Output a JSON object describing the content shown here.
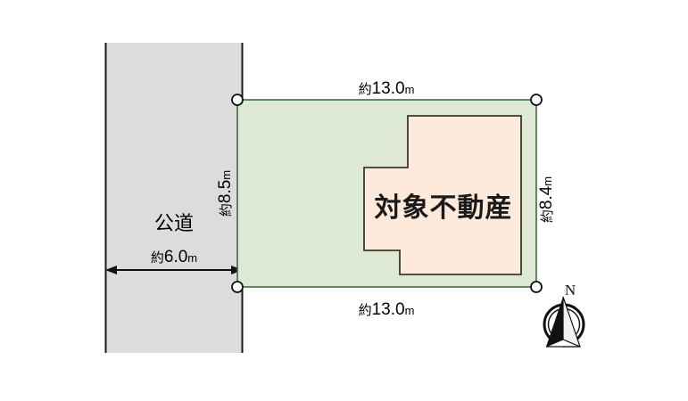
{
  "diagram": {
    "title": "property-site-plan",
    "colors": {
      "road_fill": "#dcdcdc",
      "road_stroke": "#1a1a1a",
      "lot_fill": "#dde9d4",
      "lot_stroke": "#3c6b3c",
      "building_fill": "#fdeada",
      "building_stroke": "#3a3a2a",
      "marker_fill": "#ffffff",
      "marker_stroke": "#111111",
      "text": "#000000",
      "background": "#ffffff"
    },
    "road": {
      "name_label": "公道",
      "width_label": {
        "approx": "約",
        "value": "6.0",
        "unit": "m"
      }
    },
    "lot": {
      "top_label": {
        "approx": "約",
        "value": "13.0",
        "unit": "m"
      },
      "bottom_label": {
        "approx": "約",
        "value": "13.0",
        "unit": "m"
      },
      "left_label": {
        "approx": "約",
        "value": "8.5",
        "unit": "m"
      },
      "right_label": {
        "approx": "約",
        "value": "8.4",
        "unit": "m"
      }
    },
    "building": {
      "label": "対象不動産"
    },
    "compass": {
      "north_label": "N"
    }
  }
}
